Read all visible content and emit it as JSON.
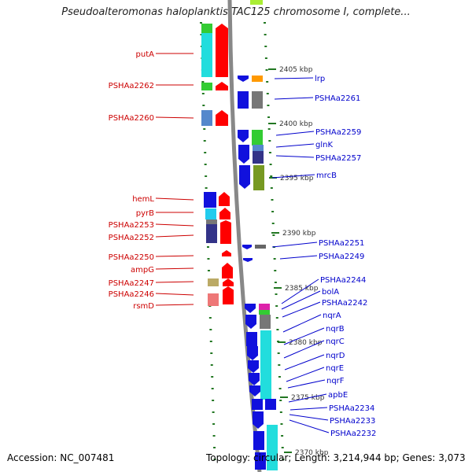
{
  "title": "Pseudoalteromonas haloplanktis TAC125 chromosome I, complete...",
  "footer": {
    "accession": "Accession: NC_007481",
    "topology": "Topology: circular; Length: 3,214,944 bp; Genes: 3,073"
  },
  "colors": {
    "left_label": "#cc0000",
    "right_label": "#0000cc",
    "axis_tick": "#227722",
    "backbone": "#888888"
  },
  "scale_labels": [
    "2405 kbp",
    "2400 kbp",
    "2395 kbp",
    "2390 kbp",
    "2385 kbp",
    "2380 kbp",
    "2375 kbp",
    "2370 kbp"
  ],
  "left_genes": [
    "putA",
    "PSHAa2262",
    "PSHAa2260",
    "hemL",
    "pyrB",
    "PSHAa2253",
    "PSHAa2252",
    "PSHAa2250",
    "ampG",
    "PSHAa2247",
    "PSHAa2246",
    "rsmD"
  ],
  "right_genes": [
    "lrp",
    "PSHAa2261",
    "PSHAa2259",
    "glnK",
    "PSHAa2257",
    "mrcB",
    "PSHAa2251",
    "PSHAa2249",
    "PSHAa2244",
    "bolA",
    "PSHAa2242",
    "nqrA",
    "nqrB",
    "nqrC",
    "nqrD",
    "nqrE",
    "nqrF",
    "apbE",
    "PSHAa2234",
    "PSHAa2233",
    "PSHAa2232"
  ]
}
